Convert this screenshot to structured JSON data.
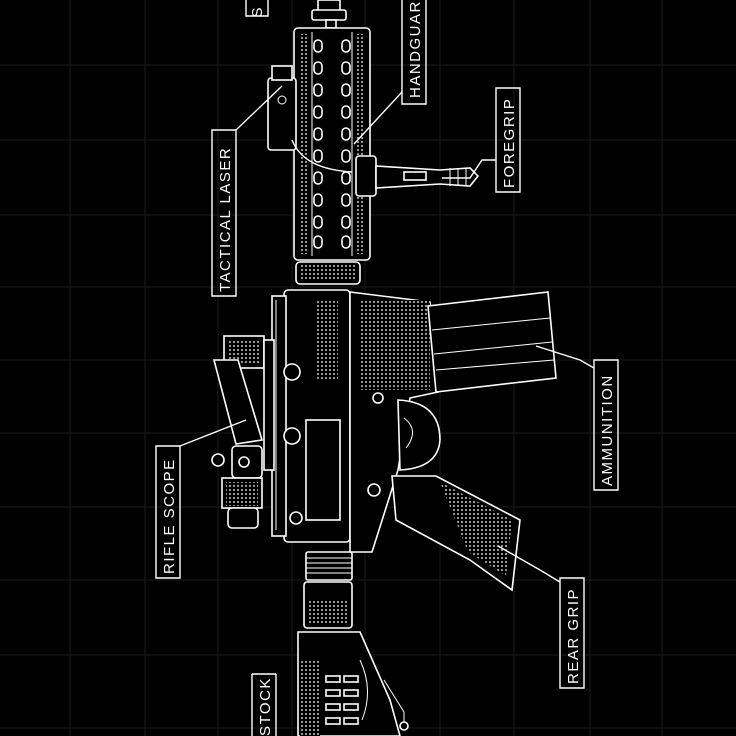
{
  "colors": {
    "background": "#000000",
    "line": "#ffffff",
    "grid": "#1b1b1b",
    "dot": "#444444"
  },
  "labels": {
    "top_clipped": "S",
    "handguard": "HANDGUARD",
    "foregrip": "FOREGRIP",
    "tactical_laser": "TACTICAL LASER",
    "ammunition": "AMMUNITION",
    "rifle_scope": "RIFLE SCOPE",
    "rear_grip": "REAR GRIP",
    "stock": "STOCK"
  }
}
